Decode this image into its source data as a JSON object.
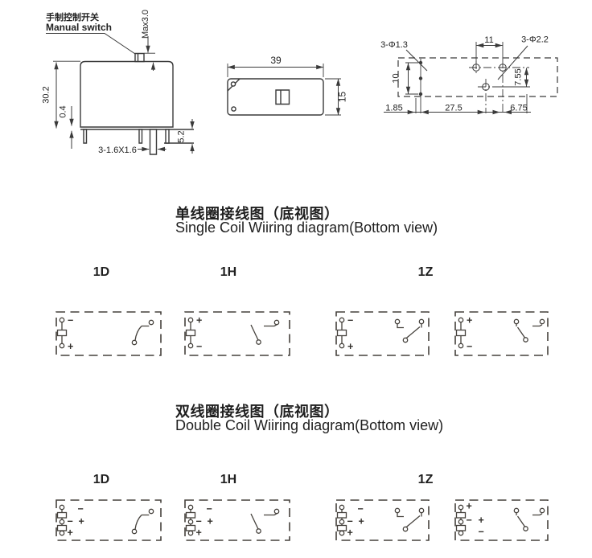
{
  "side_view": {
    "label_cn": "手制控制开关",
    "label_en": "Manual switch",
    "dim_max": "Max3.0",
    "dim_height": "30.2",
    "dim_step": "0.4",
    "dim_pins": "3-1.6X1.6",
    "dim_base": "5.2"
  },
  "top_view": {
    "dim_width": "39",
    "dim_depth": "15"
  },
  "bottom_view": {
    "dim_holes_small": "3-Φ1.3",
    "dim_holes_large": "3-Φ2.2",
    "dim_pitch": "11",
    "dim_left_pitch": "10",
    "dim_right_pitch": "7.55",
    "dim_offset_left": "1.85",
    "dim_span": "27.5",
    "dim_offset_right": "6.75"
  },
  "single_coil": {
    "title_cn": "单线圈接线图（底视图）",
    "title_en": "Single Coil Wiiring diagram(Bottom view)",
    "type_labels": [
      "1D",
      "1H",
      "1Z"
    ],
    "boxes": [
      {
        "top": "−",
        "bottom": "+"
      },
      {
        "top": "+",
        "bottom": "−"
      },
      {
        "top": "−",
        "bottom": "+"
      },
      {
        "top": "+",
        "bottom": "−"
      }
    ]
  },
  "double_coil": {
    "title_cn": "双线圈接线图（底视图）",
    "title_en": "Double Coil Wiiring diagram(Bottom view)",
    "type_labels": [
      "1D",
      "1H",
      "1Z"
    ],
    "boxes": [
      {
        "s1": "−",
        "s2": "−",
        "s3": "+",
        "s4": "+"
      },
      {
        "s1": "−",
        "s2": "−",
        "s3": "+",
        "s4": "+"
      },
      {
        "s1": "−",
        "s2": "−",
        "s3": "+",
        "s4": "+"
      },
      {
        "s1": "+",
        "s2": "−",
        "s3": "+",
        "s4": "−"
      }
    ]
  }
}
